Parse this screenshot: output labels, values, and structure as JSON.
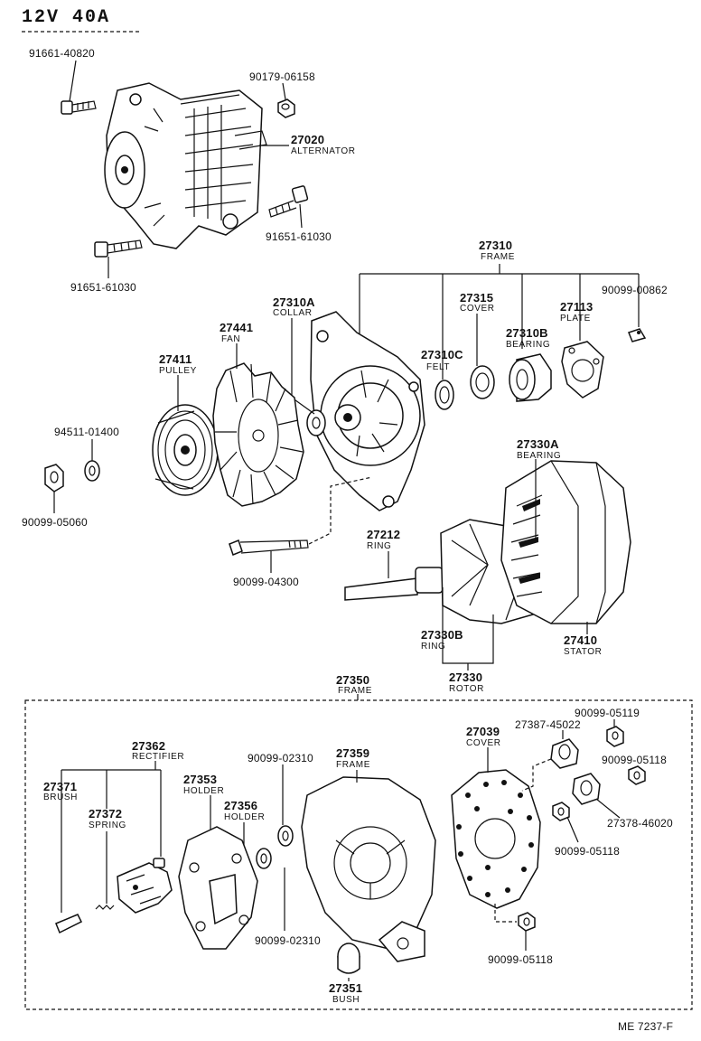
{
  "header": {
    "title": "12V  40A"
  },
  "footer": {
    "code": "ME 7237-F"
  },
  "callouts": {
    "p27020": {
      "num": "27020",
      "cap": "ALTERNATOR"
    },
    "p91661_40820": {
      "num": "91661-40820"
    },
    "p90179_06158": {
      "num": "90179-06158"
    },
    "p91651_61030_a": {
      "num": "91651-61030"
    },
    "p91651_61030_b": {
      "num": "91651-61030"
    },
    "p27310": {
      "num": "27310",
      "cap": "FRAME"
    },
    "p90099_00862": {
      "num": "90099-00862"
    },
    "p27310A": {
      "num": "27310A",
      "cap": "COLLAR"
    },
    "p27315": {
      "num": "27315",
      "cap": "COVER"
    },
    "p27113": {
      "num": "27113",
      "cap": "PLATE"
    },
    "p27441": {
      "num": "27441",
      "cap": "FAN"
    },
    "p27310B": {
      "num": "27310B",
      "cap": "BEARING"
    },
    "p27411": {
      "num": "27411",
      "cap": "PULLEY"
    },
    "p27310C": {
      "num": "27310C",
      "cap": "FELT"
    },
    "p94511_01400": {
      "num": "94511-01400"
    },
    "p27330A": {
      "num": "27330A",
      "cap": "BEARING"
    },
    "p90099_05060": {
      "num": "90099-05060"
    },
    "p27212": {
      "num": "27212",
      "cap": "RING"
    },
    "p90099_04300": {
      "num": "90099-04300"
    },
    "p27410": {
      "num": "27410",
      "cap": "STATOR"
    },
    "p27330B": {
      "num": "27330B",
      "cap": "RING"
    },
    "p27330": {
      "num": "27330",
      "cap": "ROTOR"
    },
    "p27350": {
      "num": "27350",
      "cap": "FRAME"
    },
    "p90099_05119": {
      "num": "90099-05119"
    },
    "p27039": {
      "num": "27039",
      "cap": "COVER"
    },
    "p27387_45022": {
      "num": "27387-45022"
    },
    "p27362": {
      "num": "27362",
      "cap": "RECTIFIER"
    },
    "p90099_02310_a": {
      "num": "90099-02310"
    },
    "p27359": {
      "num": "27359",
      "cap": "FRAME"
    },
    "p90099_05118_a": {
      "num": "90099-05118"
    },
    "p27371": {
      "num": "27371",
      "cap": "BRUSH"
    },
    "p27353": {
      "num": "27353",
      "cap": "HOLDER"
    },
    "p27356": {
      "num": "27356",
      "cap": "HOLDER"
    },
    "p27378_46020": {
      "num": "27378-46020"
    },
    "p27372": {
      "num": "27372",
      "cap": "SPRING"
    },
    "p90099_05118_b": {
      "num": "90099-05118"
    },
    "p90099_02310_b": {
      "num": "90099-02310"
    },
    "p90099_05118_c": {
      "num": "90099-05118"
    },
    "p27351": {
      "num": "27351",
      "cap": "BUSH"
    }
  }
}
